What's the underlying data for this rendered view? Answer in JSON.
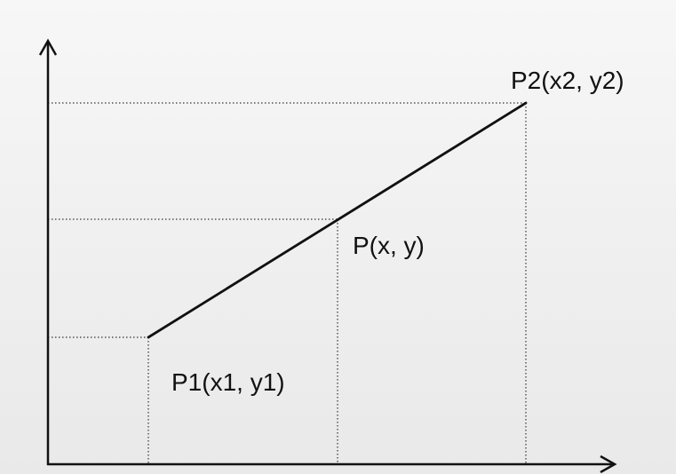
{
  "diagram": {
    "colors": {
      "background": "#efefef",
      "stroke": "#111111",
      "guide": "#333333"
    },
    "points": {
      "p1": {
        "label": "P1(x1, y1)"
      },
      "p": {
        "label": "P(x, y)"
      },
      "p2": {
        "label": "P2(x2, y2)"
      }
    }
  }
}
